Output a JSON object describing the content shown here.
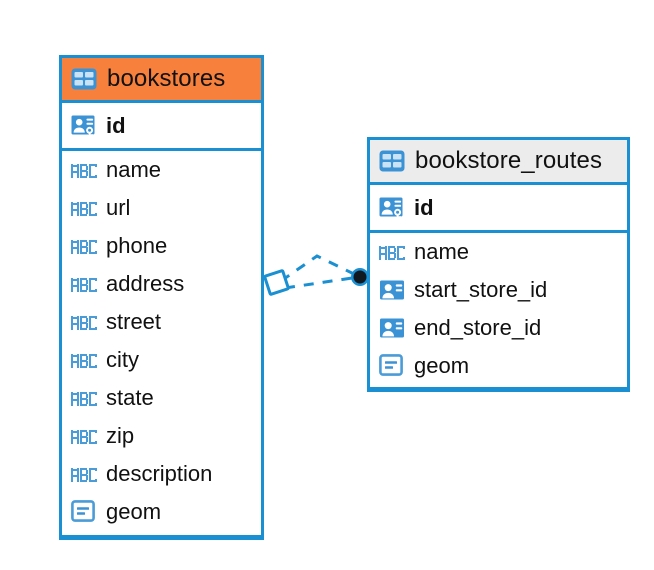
{
  "diagram": {
    "type": "entity-relationship-diagram",
    "background": "#ffffff",
    "accent_color": "#1a8fd1",
    "highlight_color": "#f7813c",
    "neutral_header_color": "#ececec",
    "text_color": "#111111"
  },
  "entities": [
    {
      "name": "bookstores",
      "header_icon": "table-icon",
      "header_style": "accent",
      "fields": [
        {
          "label": "id",
          "icon": "primary-key-icon",
          "key": "primary"
        },
        {
          "label": "name",
          "icon": "abc-text-icon",
          "key": "none"
        },
        {
          "label": "url",
          "icon": "abc-text-icon",
          "key": "none"
        },
        {
          "label": "phone",
          "icon": "abc-text-icon",
          "key": "none"
        },
        {
          "label": "address",
          "icon": "abc-text-icon",
          "key": "none"
        },
        {
          "label": "street",
          "icon": "abc-text-icon",
          "key": "none"
        },
        {
          "label": "city",
          "icon": "abc-text-icon",
          "key": "none"
        },
        {
          "label": "state",
          "icon": "abc-text-icon",
          "key": "none"
        },
        {
          "label": "zip",
          "icon": "abc-text-icon",
          "key": "none"
        },
        {
          "label": "description",
          "icon": "abc-text-icon",
          "key": "none"
        },
        {
          "label": "geom",
          "icon": "geometry-icon",
          "key": "none"
        }
      ]
    },
    {
      "name": "bookstore_routes",
      "header_icon": "table-icon",
      "header_style": "neutral",
      "fields": [
        {
          "label": "id",
          "icon": "primary-key-icon",
          "key": "primary"
        },
        {
          "label": "name",
          "icon": "abc-text-icon",
          "key": "none"
        },
        {
          "label": "start_store_id",
          "icon": "foreign-key-icon",
          "key": "foreign"
        },
        {
          "label": "end_store_id",
          "icon": "foreign-key-icon",
          "key": "foreign"
        },
        {
          "label": "geom",
          "icon": "geometry-icon",
          "key": "none"
        }
      ]
    }
  ],
  "relationship": {
    "source_entity": "bookstores",
    "target_entity": "bookstore_routes",
    "line_style": "dashed",
    "line_color": "#1a8fd1",
    "source_endpoint": "diamond-handle",
    "target_endpoint": "filled-circle-handle",
    "endpoint_fill": "#101820"
  }
}
